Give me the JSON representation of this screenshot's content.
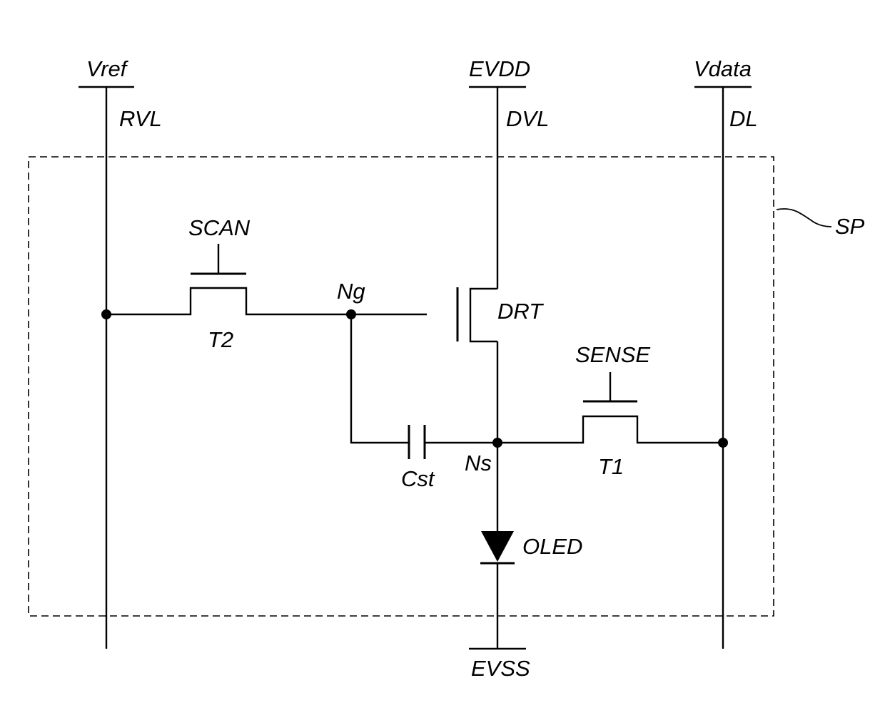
{
  "supplies": {
    "vref": "Vref",
    "evdd": "EVDD",
    "vdata": "Vdata",
    "evss": "EVSS"
  },
  "lines": {
    "rvl": "RVL",
    "dvl": "DVL",
    "dl": "DL"
  },
  "subpixel": {
    "label": "SP"
  },
  "transistors": {
    "t2": {
      "name": "T2",
      "gate_signal": "SCAN"
    },
    "t1": {
      "name": "T1",
      "gate_signal": "SENSE"
    },
    "drt": {
      "name": "DRT"
    }
  },
  "nodes": {
    "ng": "Ng",
    "ns": "Ns"
  },
  "capacitor": {
    "name": "Cst"
  },
  "diode": {
    "name": "OLED"
  }
}
